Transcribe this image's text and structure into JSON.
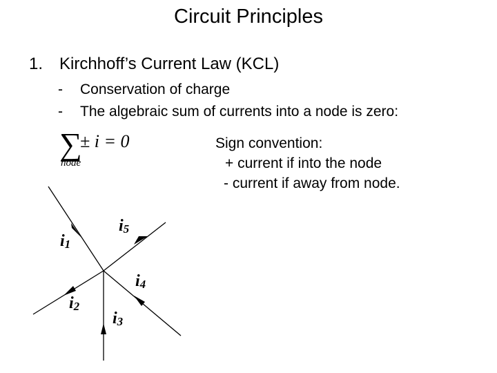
{
  "slide": {
    "title": "Circuit Principles",
    "item_number": "1.",
    "item_text": "Kirchhoff’s Current Law (KCL)",
    "bullets": [
      {
        "dash": "-",
        "text": "Conservation of charge"
      },
      {
        "dash": "-",
        "text": "The algebraic sum of currents into a node is zero:"
      }
    ],
    "formula": {
      "sigma": "∑",
      "expression": "± i = 0",
      "subscript": "node"
    },
    "sign_convention": {
      "heading": "Sign convention:",
      "lines": [
        "+ current if into the node",
        "- current if away from node."
      ]
    }
  },
  "diagram": {
    "currents": [
      {
        "symbol": "i",
        "index": "1"
      },
      {
        "symbol": "i",
        "index": "2"
      },
      {
        "symbol": "i",
        "index": "3"
      },
      {
        "symbol": "i",
        "index": "4"
      },
      {
        "symbol": "i",
        "index": "5"
      }
    ],
    "line_color": "#000000"
  }
}
